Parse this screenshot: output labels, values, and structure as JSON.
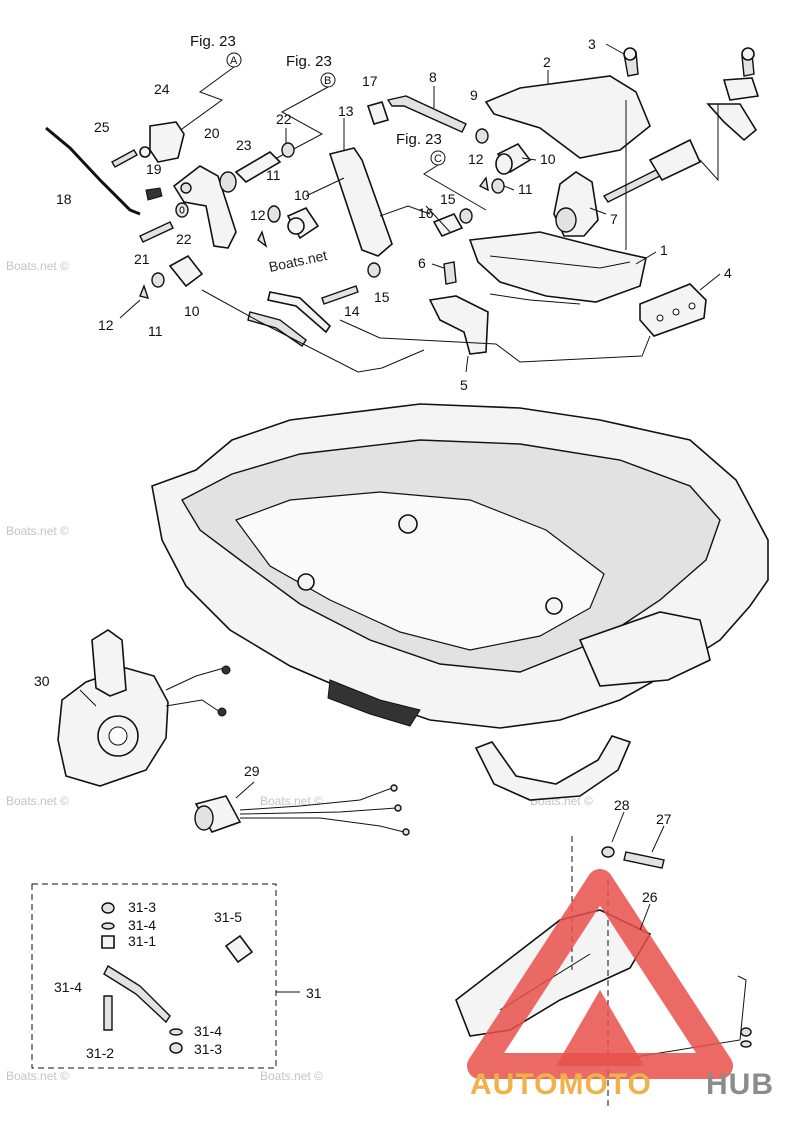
{
  "figure_refs": [
    {
      "text": "Fig. 23",
      "circle": "A"
    },
    {
      "text": "Fig. 23",
      "circle": "B"
    },
    {
      "text": "Fig. 23",
      "circle": "C"
    }
  ],
  "part_labels": [
    {
      "id": "p1",
      "text": "1"
    },
    {
      "id": "p2",
      "text": "2"
    },
    {
      "id": "p3",
      "text": "3"
    },
    {
      "id": "p4",
      "text": "4"
    },
    {
      "id": "p5",
      "text": "5"
    },
    {
      "id": "p6",
      "text": "6"
    },
    {
      "id": "p7",
      "text": "7"
    },
    {
      "id": "p8",
      "text": "8"
    },
    {
      "id": "p9",
      "text": "9"
    },
    {
      "id": "p10a",
      "text": "10"
    },
    {
      "id": "p10b",
      "text": "10"
    },
    {
      "id": "p10c",
      "text": "10"
    },
    {
      "id": "p11a",
      "text": "11"
    },
    {
      "id": "p11b",
      "text": "11"
    },
    {
      "id": "p11c",
      "text": "11"
    },
    {
      "id": "p12a",
      "text": "12"
    },
    {
      "id": "p12b",
      "text": "12"
    },
    {
      "id": "p12c",
      "text": "12"
    },
    {
      "id": "p13",
      "text": "13"
    },
    {
      "id": "p14",
      "text": "14"
    },
    {
      "id": "p15a",
      "text": "15"
    },
    {
      "id": "p15b",
      "text": "15"
    },
    {
      "id": "p16",
      "text": "16"
    },
    {
      "id": "p17",
      "text": "17"
    },
    {
      "id": "p18",
      "text": "18"
    },
    {
      "id": "p19",
      "text": "19"
    },
    {
      "id": "p20",
      "text": "20"
    },
    {
      "id": "p21",
      "text": "21"
    },
    {
      "id": "p22a",
      "text": "22"
    },
    {
      "id": "p22b",
      "text": "22"
    },
    {
      "id": "p23",
      "text": "23"
    },
    {
      "id": "p24",
      "text": "24"
    },
    {
      "id": "p25",
      "text": "25"
    },
    {
      "id": "p26",
      "text": "26"
    },
    {
      "id": "p27",
      "text": "27"
    },
    {
      "id": "p28",
      "text": "28"
    },
    {
      "id": "p29",
      "text": "29"
    },
    {
      "id": "p30",
      "text": "30"
    },
    {
      "id": "p31",
      "text": "31"
    },
    {
      "id": "p31-1",
      "text": "31-1"
    },
    {
      "id": "p31-2",
      "text": "31-2"
    },
    {
      "id": "p31-3a",
      "text": "31-3"
    },
    {
      "id": "p31-3b",
      "text": "31-3"
    },
    {
      "id": "p31-4a",
      "text": "31-4"
    },
    {
      "id": "p31-4b",
      "text": "31-4"
    },
    {
      "id": "p31-4c",
      "text": "31-4"
    },
    {
      "id": "p31-5",
      "text": "31-5"
    }
  ],
  "watermarks": [
    "Boats.net ©",
    "Boats.net"
  ],
  "logo": {
    "text_auto": "AUTOMOTO",
    "text_hub": "HUB",
    "color_auto": "#f0b14a",
    "color_hub": "#8c8c8c",
    "triangle_color": "#e8504a"
  }
}
